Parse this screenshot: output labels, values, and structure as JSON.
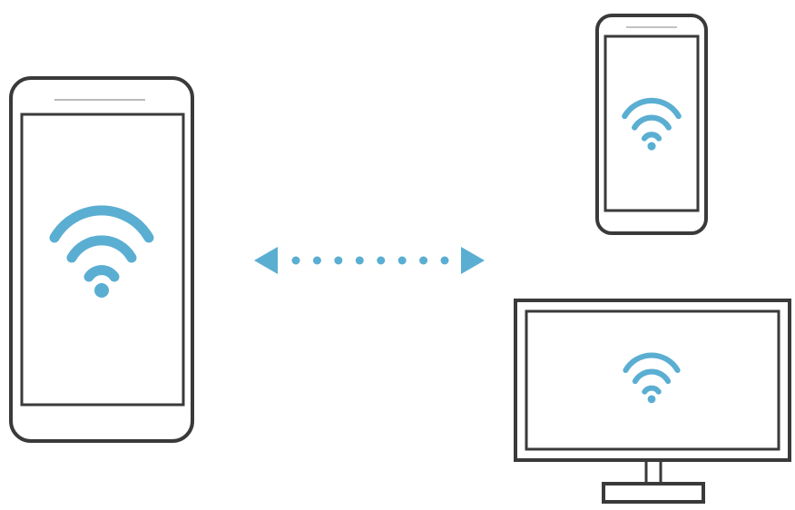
{
  "diagram": {
    "devices": [
      {
        "kind": "phone",
        "role": "source"
      },
      {
        "kind": "phone",
        "role": "receiver"
      },
      {
        "kind": "monitor",
        "role": "receiver"
      }
    ],
    "connection": {
      "style": "dotted",
      "direction": "bidirectional"
    },
    "icons": [
      "wifi-icon",
      "wifi-icon",
      "wifi-icon",
      "arrow-left-icon",
      "arrow-right-icon"
    ],
    "colors": {
      "outline": "#3a3a3a",
      "wifi": "#5aaed2",
      "background": "#ffffff"
    }
  }
}
